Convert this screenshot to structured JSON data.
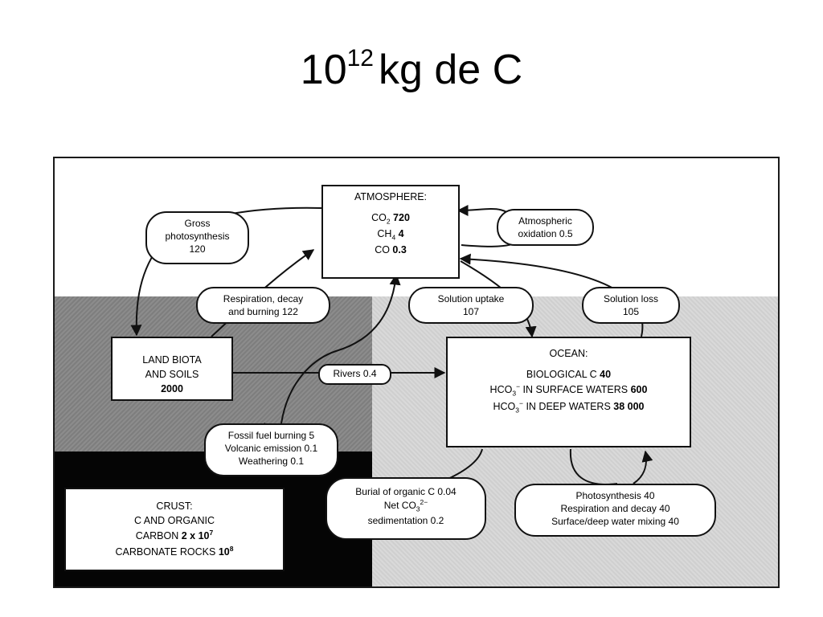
{
  "slide": {
    "title_base": "10",
    "title_exp": "12",
    "title_rest": "kg de C"
  },
  "atmosphere": {
    "label": "ATMOSPHERE:",
    "co2_name": "CO",
    "co2_sub": "2",
    "co2_value": "720",
    "ch4_name": "CH",
    "ch4_sub": "4",
    "ch4_value": "4",
    "co_name": "CO",
    "co_value": "0.3"
  },
  "land": {
    "line1": "LAND BIOTA",
    "line2": "AND SOILS",
    "value": "2000"
  },
  "ocean": {
    "label": "OCEAN:",
    "bio_label": "BIOLOGICAL C",
    "bio_value": "40",
    "surf_pre": "HCO",
    "surf_sub": "3",
    "surf_sup": "−",
    "surf_label": "IN SURFACE WATERS",
    "surf_value": "600",
    "deep_pre": "HCO",
    "deep_sub": "3",
    "deep_sup": "−",
    "deep_label": "IN DEEP WATERS",
    "deep_value": "38 000"
  },
  "crust": {
    "line1": "CRUST:",
    "line2": "C AND ORGANIC",
    "carbon_label": "CARBON",
    "carbon_base": "2 x 10",
    "carbon_exp": "7",
    "rocks_label": "CARBONATE ROCKS",
    "rocks_base": "10",
    "rocks_exp": "8"
  },
  "flows": {
    "gross": [
      "Gross",
      "photosynthesis",
      "120"
    ],
    "respiration": [
      "Respiration, decay",
      "and burning 122"
    ],
    "atm_oxidation": [
      "Atmospheric",
      "oxidation 0.5"
    ],
    "solution_uptake": [
      "Solution uptake",
      "107"
    ],
    "solution_loss": [
      "Solution loss",
      "105"
    ],
    "rivers": "Rivers 0.4",
    "fossil": [
      "Fossil fuel burning 5",
      "Volcanic emission 0.1",
      "Weathering  0.1"
    ],
    "burial_line1": "Burial of organic C 0.04",
    "burial_net": "Net  CO",
    "burial_sub": "3",
    "burial_sup": "2−",
    "burial_line3": "sedimentation 0.2",
    "ocean_internal": [
      "Photosynthesis 40",
      "Respiration and decay 40",
      "Surface/deep water mixing 40"
    ]
  }
}
